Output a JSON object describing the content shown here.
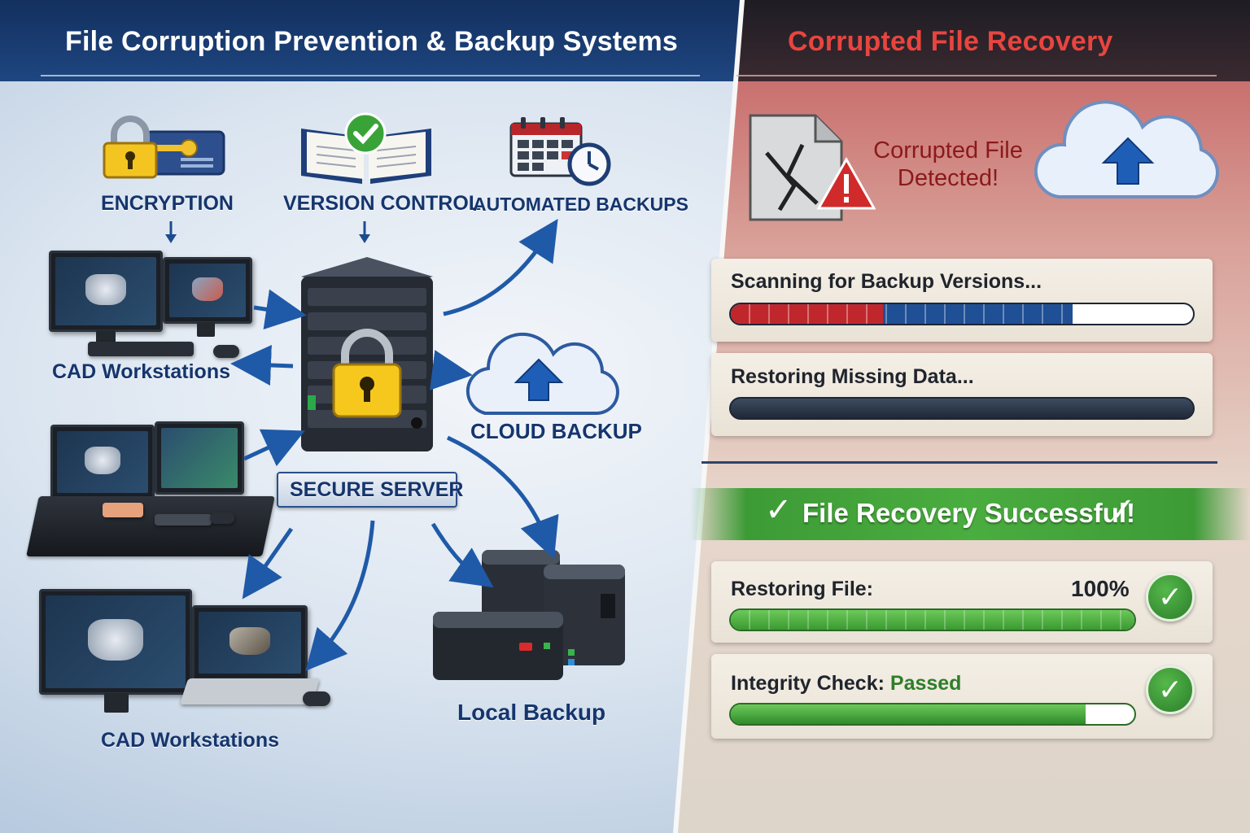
{
  "left": {
    "title": "File Corruption Prevention & Backup Systems",
    "features": {
      "encryption": "ENCRYPTION",
      "version_control": "VERSION CONTROL",
      "automated_backups": "AUTOMATED BACKUPS"
    },
    "workstations_top": "CAD Workstations",
    "workstations_bottom": "CAD Workstations",
    "server": "SECURE SERVER",
    "cloud": "CLOUD BACKUP",
    "local": "Local Backup"
  },
  "right": {
    "title": "Corrupted File Recovery",
    "alert": {
      "line1": "Corrupted File",
      "line2": "Detected!"
    },
    "scan": {
      "label": "Scanning for Backup Versions...",
      "red_fraction": 0.33,
      "blue_fraction": 0.74
    },
    "restore_missing": {
      "label": "Restoring Missing Data...",
      "fraction": 1.0
    },
    "success": "File Recovery Successful!",
    "restoring_file": {
      "label": "Restoring File:",
      "percent": "100%",
      "fraction": 1.0
    },
    "integrity": {
      "label": "Integrity Check:",
      "status": "Passed",
      "fraction": 0.88
    }
  },
  "colors": {
    "left_title": "#ffffff",
    "right_title": "#e8453f",
    "label_blue": "#15356d",
    "bar_red": "#c0272d",
    "bar_blue": "#1f4f95",
    "bar_green": "#4aab3c",
    "success_text": "#ffffff"
  }
}
